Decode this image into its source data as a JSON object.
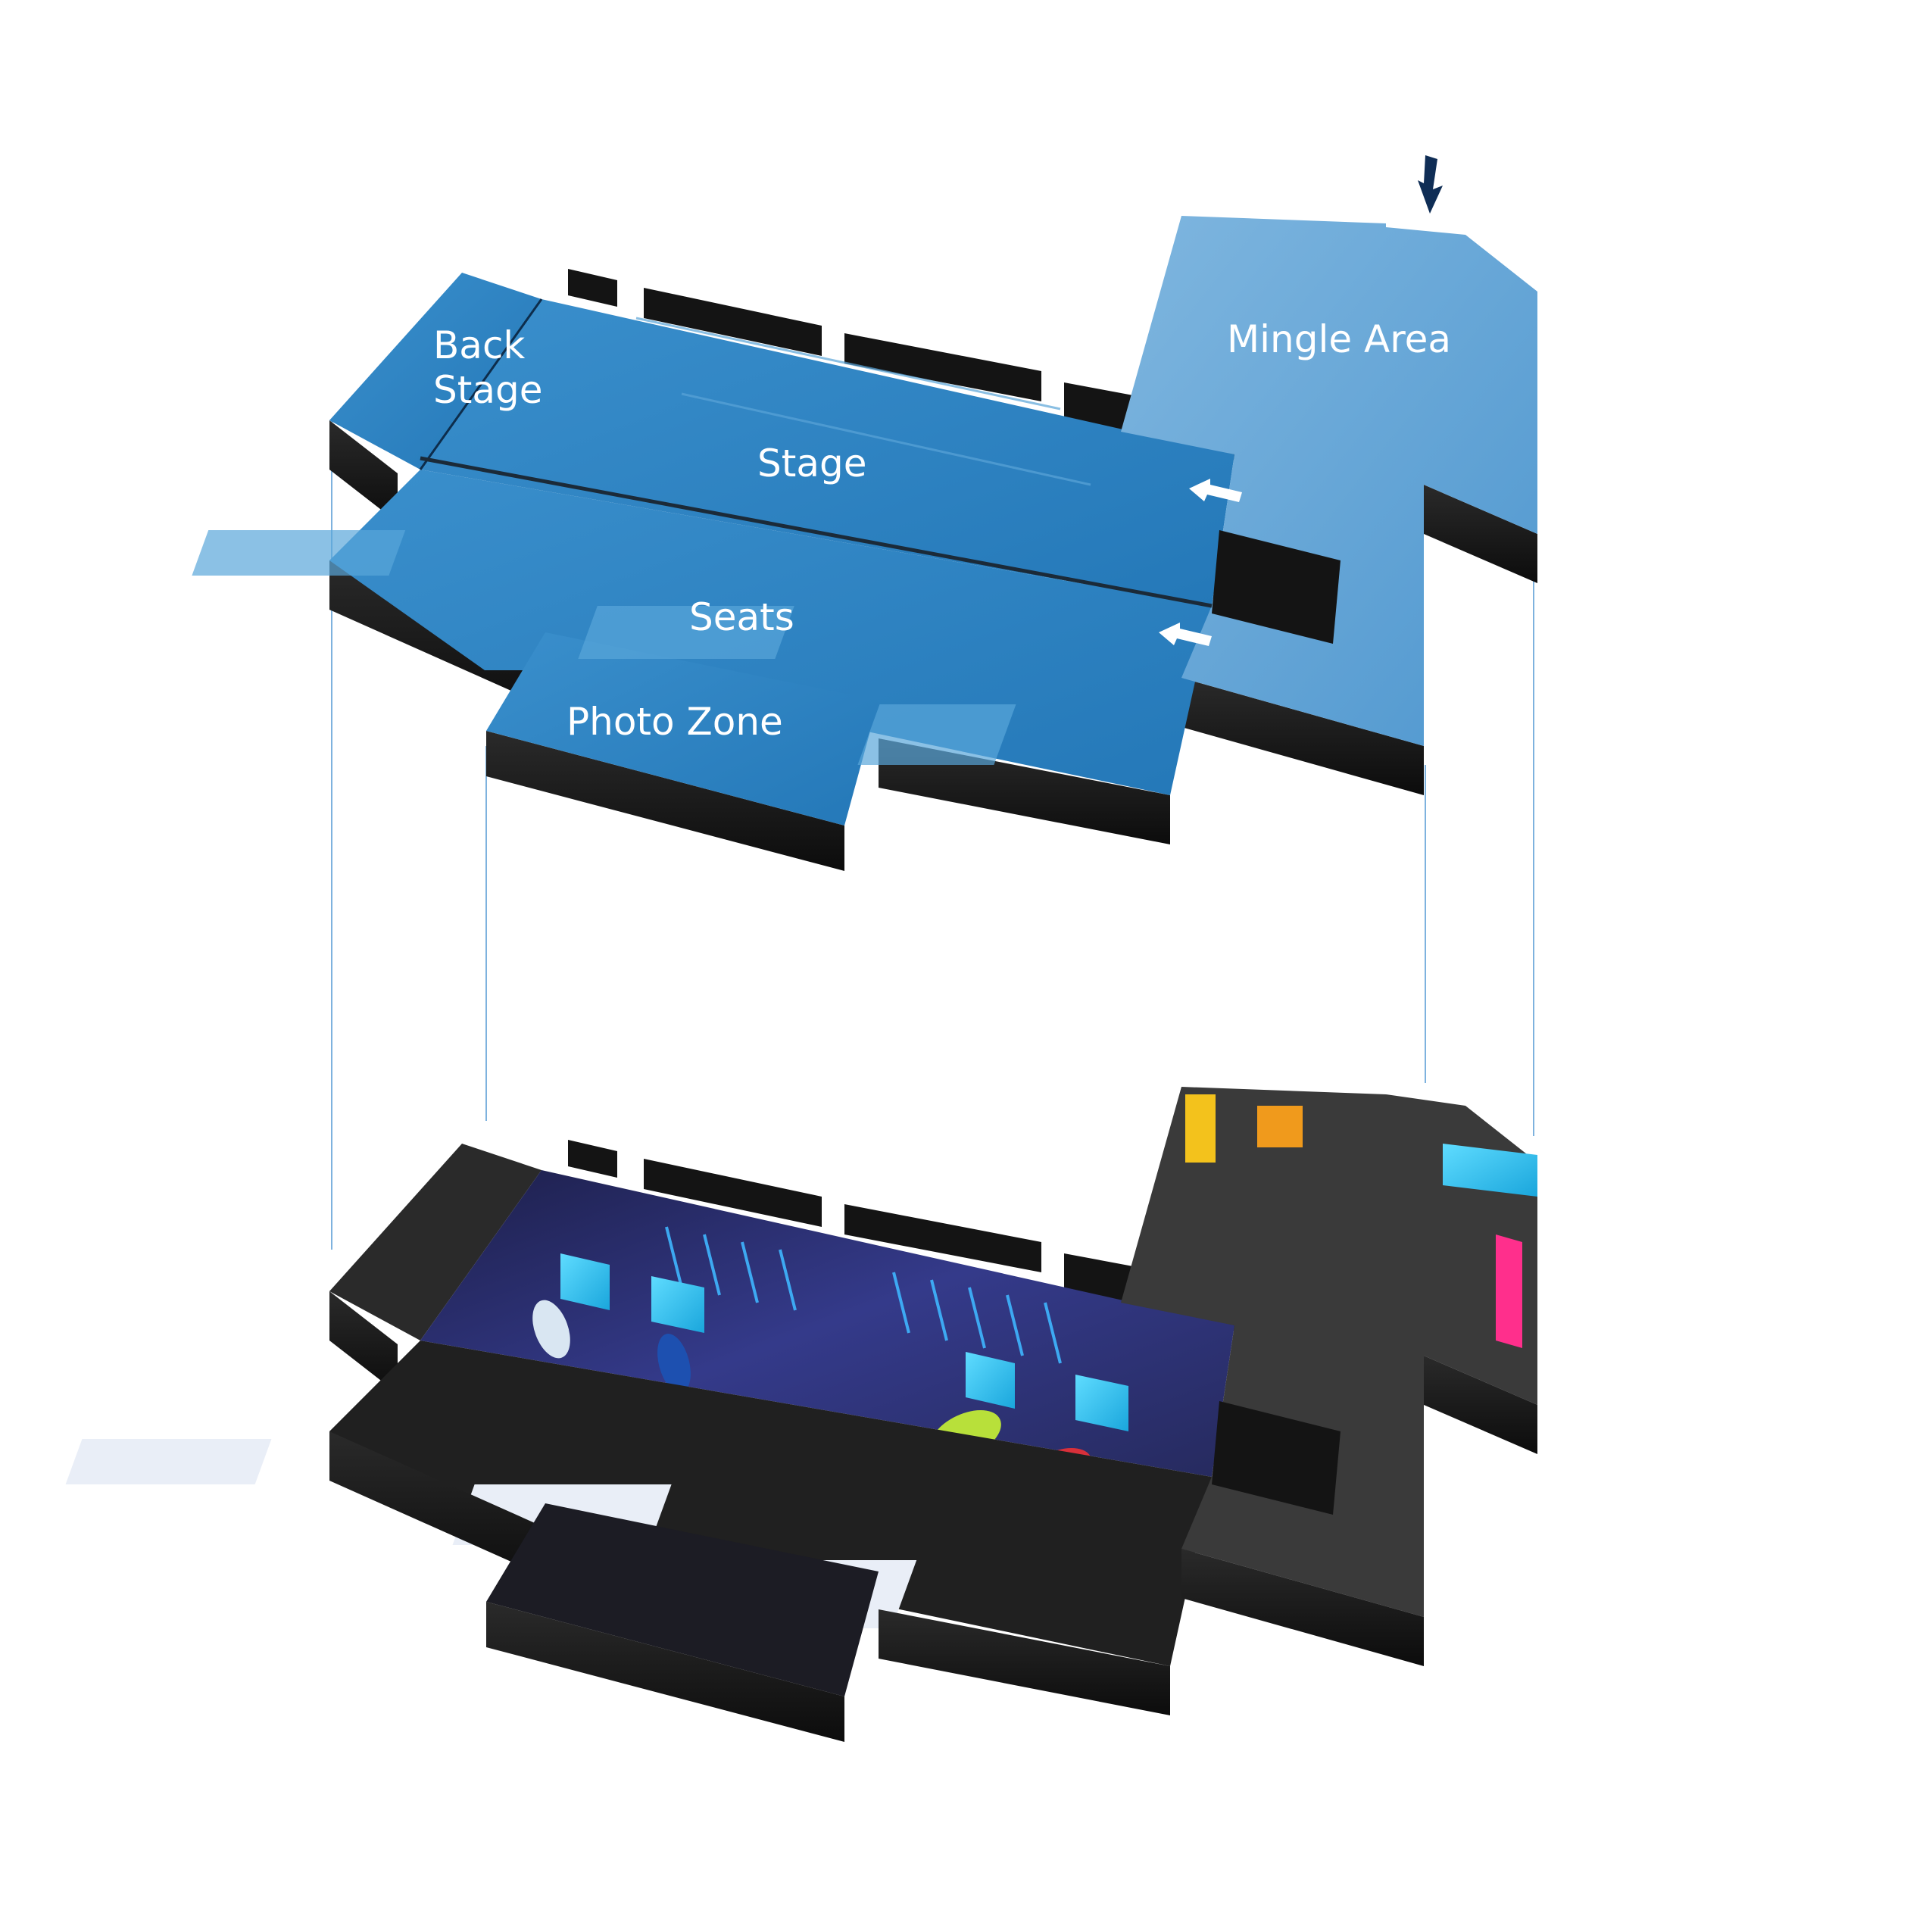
{
  "labels": {
    "back_stage_line1": "Back",
    "back_stage_line2": "Stage",
    "stage": "Stage",
    "seats": "Seats",
    "photo_zone": "Photo Zone",
    "mingle_area": "Mingle Area"
  },
  "colors": {
    "plan_blue": "#2e88c6",
    "plan_blue_dark": "#1f6aa3",
    "plan_blue_light": "#4f9dd4",
    "wall_dark": "#151515",
    "render_floor": "#2a2e5c",
    "accent_cyan": "#2fc4ee",
    "accent_pink": "#ff2f8c",
    "entrance_arrow": "#0f2d55",
    "guide_line": "#5e9fd6"
  },
  "icons": {
    "entrance": "arrow-down-icon",
    "flow": "arrow-left-icon"
  }
}
